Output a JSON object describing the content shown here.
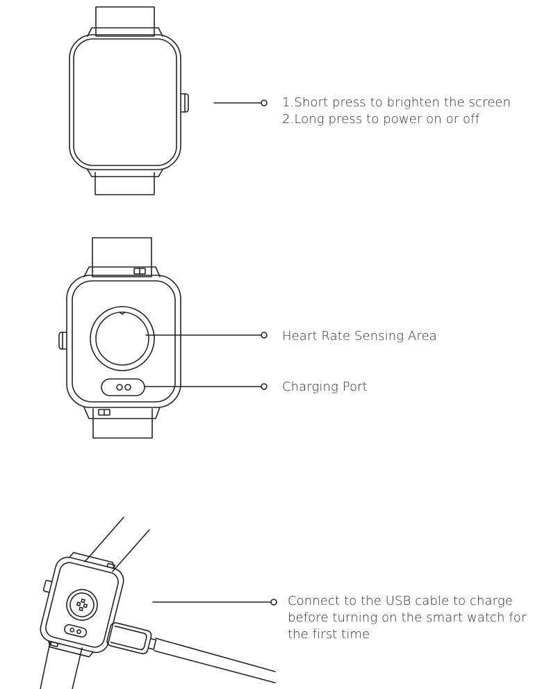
{
  "callouts": {
    "button": {
      "line1": "1.Short press to brighten the screen",
      "line2": "2.Long press to power on or off"
    },
    "heart_rate": {
      "label": "Heart Rate Sensing Area"
    },
    "charging_port": {
      "label": "Charging Port"
    },
    "usb": {
      "line1": "Connect to the USB cable to charge",
      "line2": "before turning on the smart watch for",
      "line3": "the first time"
    }
  },
  "colors": {
    "line": "#222222",
    "text": "#2b2b2b",
    "background": "#ffffff"
  }
}
